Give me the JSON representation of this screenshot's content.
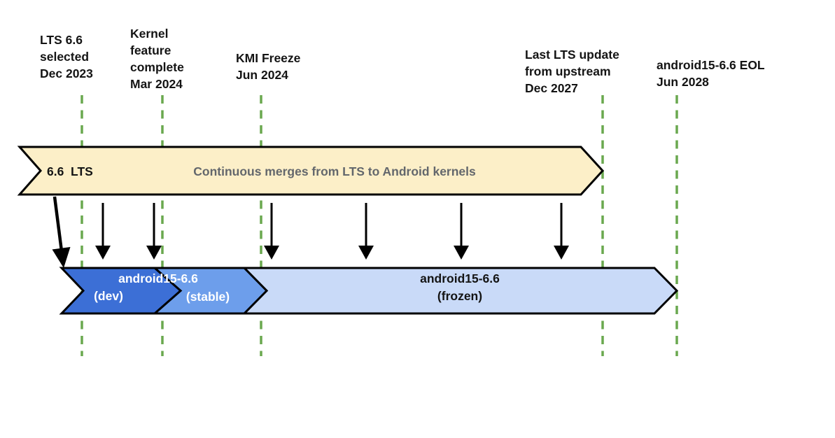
{
  "diagram": {
    "title_semantic": "android15-6.6 kernel LTS branch lifecycle timeline",
    "milestones": [
      {
        "label": "LTS 6.6\nselected\nDec 2023"
      },
      {
        "label": "Kernel\nfeature\ncomplete\nMar 2024"
      },
      {
        "label": "KMI Freeze\nJun 2024"
      },
      {
        "label": "Last LTS update\nfrom upstream\nDec 2027"
      },
      {
        "label": "android15-6.6 EOL\nJun 2028"
      }
    ],
    "lts_banner": {
      "tag": "6.6  LTS",
      "description": "Continuous merges from LTS to Android kernels"
    },
    "branches": {
      "dev_title": "android15-6.6",
      "dev_sub": "(dev)",
      "stable_sub": "(stable)",
      "frozen_label": "android15-6.6\n(frozen)"
    },
    "colors": {
      "lts_banner_fill": "#FCEFC8",
      "dev_fill": "#3C6FD6",
      "stable_fill": "#6D9EEB",
      "frozen_fill": "#C9DAF8",
      "timeline_green": "#6AA84F",
      "outline_black": "#000000",
      "arrow_black": "#000000",
      "description_gray": "#63676C",
      "label_black": "#141414",
      "branch_text_white": "#FFFFFF"
    }
  }
}
